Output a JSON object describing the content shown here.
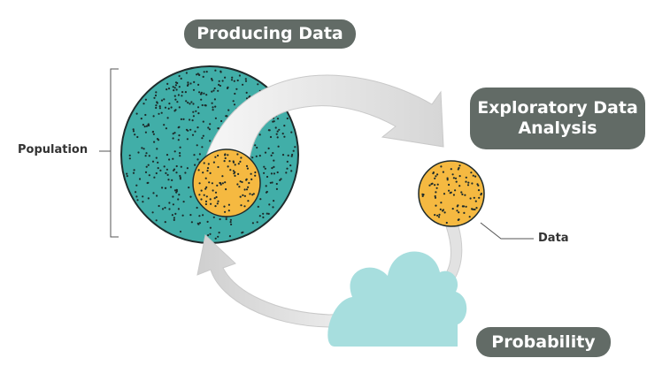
{
  "labels": {
    "producing_data": "Producing Data",
    "exploratory_data_analysis": "Exploratory Data Analysis",
    "probability": "Probability",
    "population": "Population",
    "data": "Data"
  },
  "colors": {
    "population_fill": "#41aea8",
    "sample_fill": "#f5b941",
    "cloud_fill": "#a7dede",
    "pill_fill": "#626b66",
    "arrow_fill": "#e0e0e0",
    "dot": "#1c2a2a"
  }
}
